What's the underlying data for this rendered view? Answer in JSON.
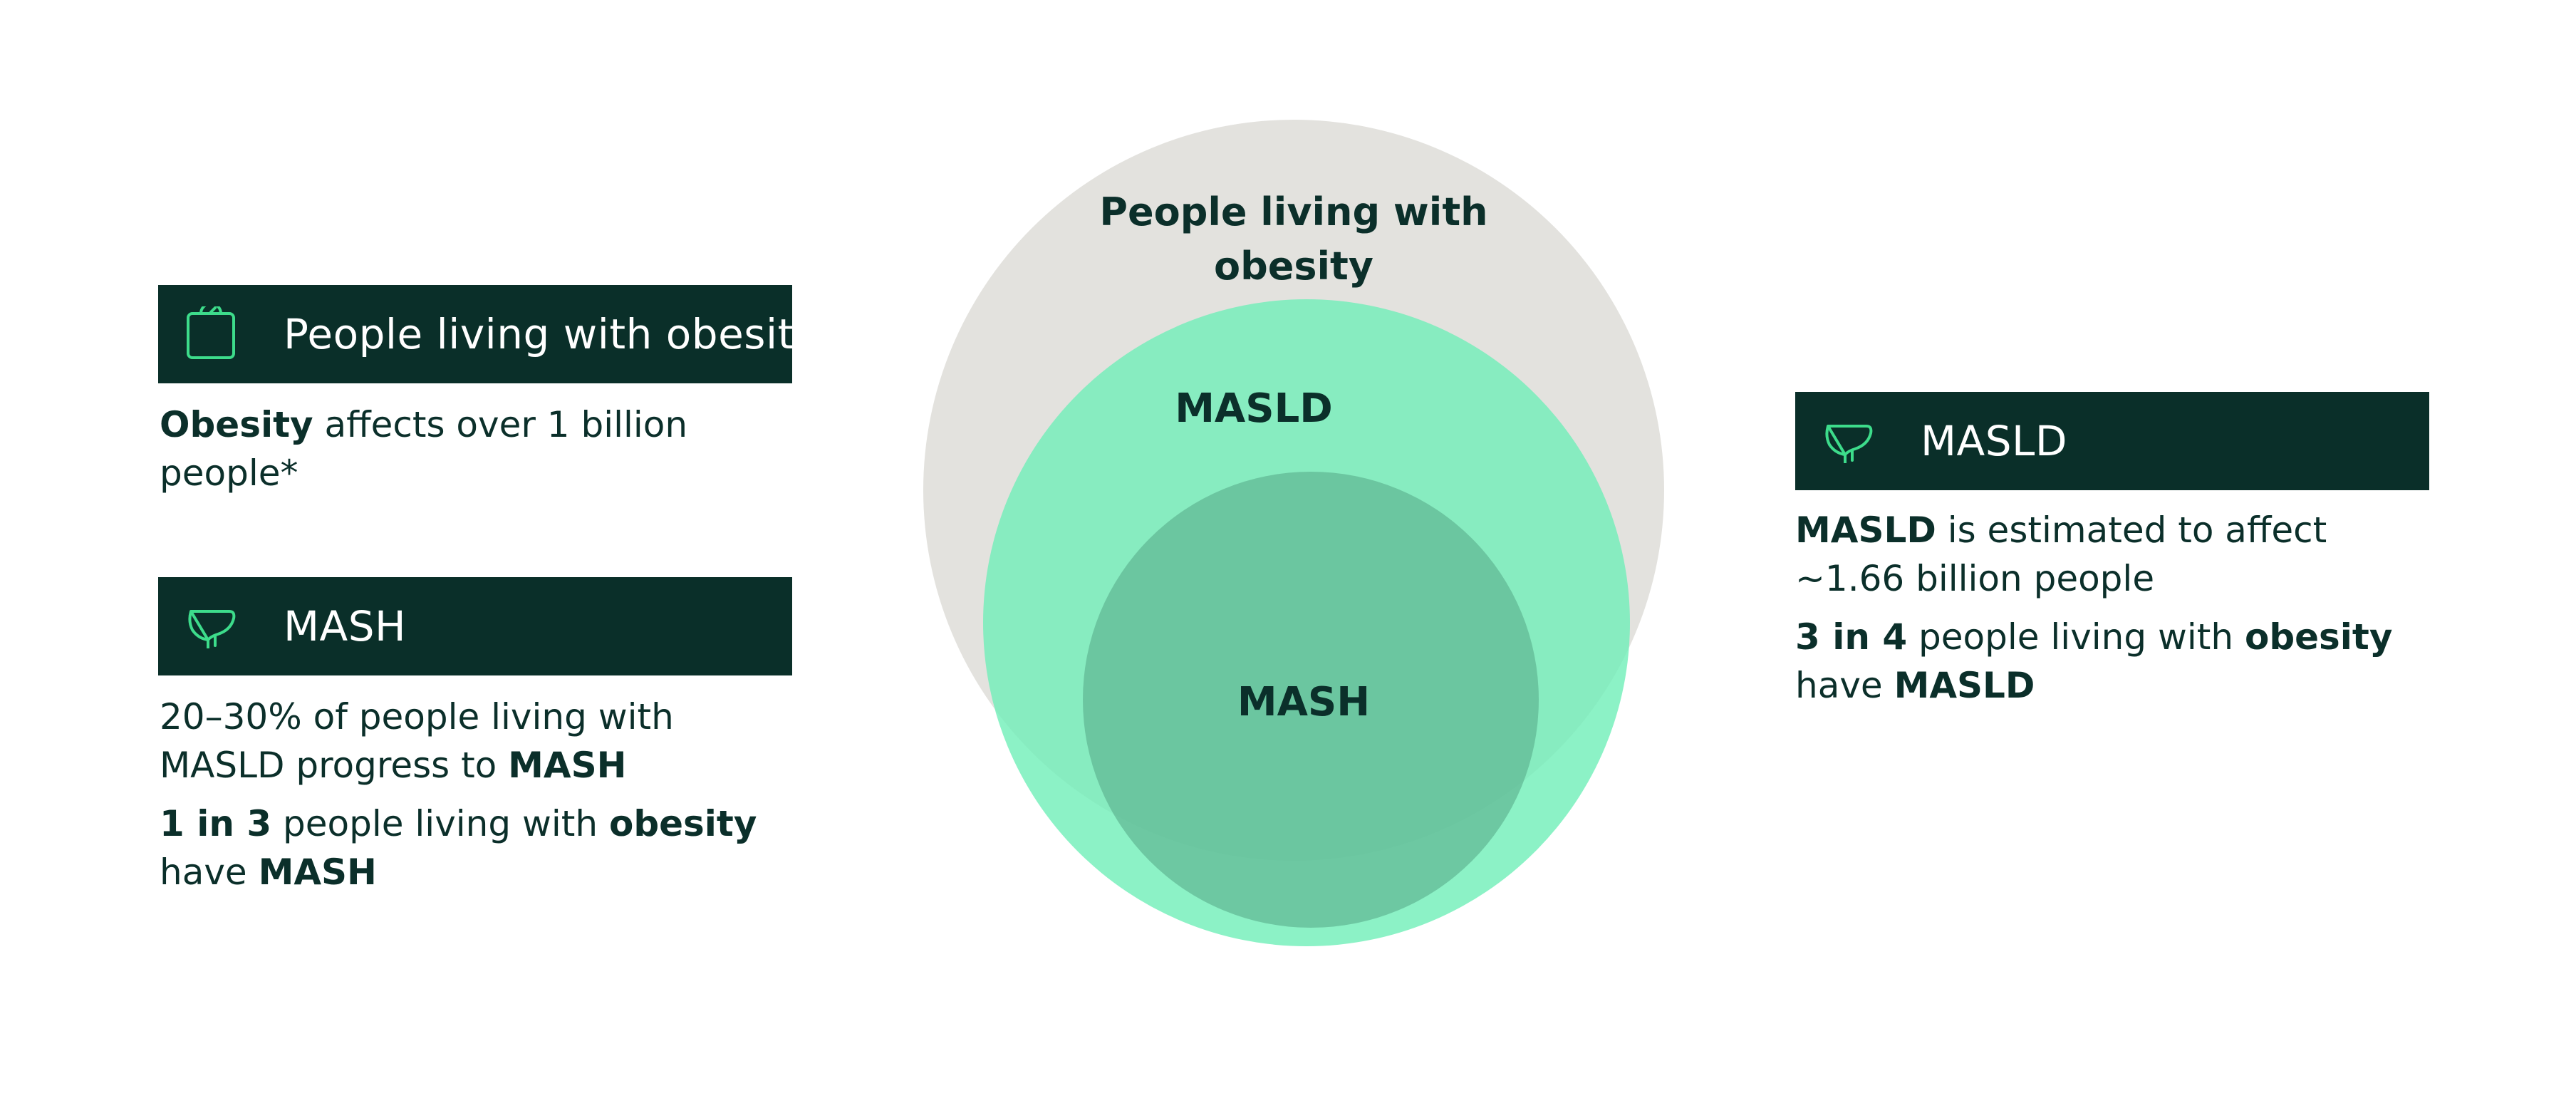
{
  "left_top": {
    "header": "People living with obesity",
    "icon": "scale-icon",
    "text_bold": "Obesity",
    "text_rest": " affects over 1 billion people*"
  },
  "left_bottom": {
    "header": "MASH",
    "icon": "liver-icon",
    "line1_a": "20–30% of people living with MASLD progress to ",
    "line1_b": "MASH",
    "line2_a": "1 in 3",
    "line2_b": " people living with ",
    "line2_c": "obesity",
    "line2_d": " have ",
    "line2_e": "MASH"
  },
  "right": {
    "header": "MASLD",
    "icon": "liver-icon",
    "line1_a": "MASLD",
    "line1_b": " is estimated to affect ~1.66 billion people",
    "line2_a": "3 in 4",
    "line2_b": " people living with ",
    "line2_c": "obesity",
    "line2_d": " have ",
    "line2_e": "MASLD"
  },
  "venn": {
    "outer_label_line1": "People living with",
    "outer_label_line2": "obesity",
    "middle_label": "MASLD",
    "inner_label": "MASH"
  },
  "colors": {
    "header_bg": "#0a2f29",
    "text": "#0b2f2a",
    "outer_circle": "#e3e2de",
    "middle_circle": "#79e5b1",
    "inner_circle": "#63bf98",
    "icon_stroke": "#3ddc8b"
  }
}
